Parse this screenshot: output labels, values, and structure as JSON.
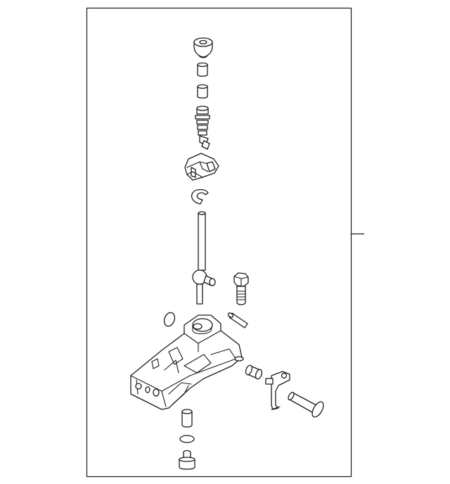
{
  "diagram": {
    "type": "exploded-parts-view",
    "line_color": "#1a1a1a",
    "background": "#ffffff",
    "parts": [
      {
        "id": "shift-knob",
        "icon": "knob"
      },
      {
        "id": "bushing-upper",
        "icon": "bushing"
      },
      {
        "id": "bushing-middle",
        "icon": "bushing"
      },
      {
        "id": "spring-rod",
        "icon": "rod"
      },
      {
        "id": "shift-block",
        "icon": "block"
      },
      {
        "id": "c-clip",
        "icon": "clip"
      },
      {
        "id": "shift-lever",
        "icon": "lever"
      },
      {
        "id": "hex-bolt",
        "icon": "bolt"
      },
      {
        "id": "o-ring-left",
        "icon": "ring"
      },
      {
        "id": "pin",
        "icon": "pin"
      },
      {
        "id": "shifter-housing",
        "icon": "housing"
      },
      {
        "id": "collar",
        "icon": "collar"
      },
      {
        "id": "bracket",
        "icon": "bracket"
      },
      {
        "id": "long-pin",
        "icon": "pin"
      },
      {
        "id": "lower-bushing",
        "icon": "bushing"
      },
      {
        "id": "o-ring-lower",
        "icon": "ring"
      },
      {
        "id": "lower-nut",
        "icon": "nut"
      }
    ]
  }
}
